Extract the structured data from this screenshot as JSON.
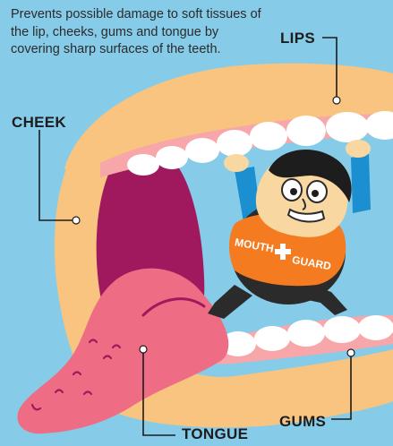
{
  "description_text": "Prevents possible damage to soft tissues of the lip, cheeks, gums and tongue by covering sharp surfaces of the teeth.",
  "labels": {
    "lips": "LIPS",
    "cheek": "CHEEK",
    "gums": "GUMS",
    "tongue": "TONGUE"
  },
  "mascot": {
    "shirt_line1": "MOUTH",
    "shirt_line2": "GUARD"
  },
  "colors": {
    "background": "#86cce9",
    "lip": "#f8c47f",
    "gum": "#f7a7a9",
    "cheek_inner": "#a0195e",
    "tongue": "#ee6d84",
    "tooth": "#ffffff",
    "shirt": "#f47b20",
    "mascot_body": "#2b2b2b",
    "sleeve": "#1c8fd0",
    "skin": "#f9d7a0"
  }
}
